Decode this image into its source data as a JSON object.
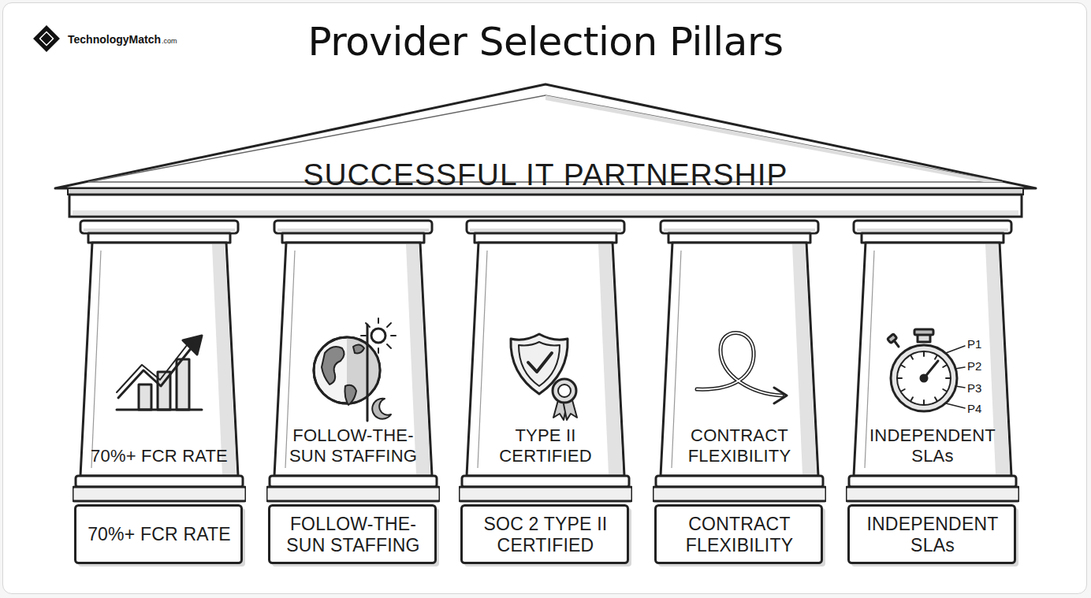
{
  "diagram": {
    "title": "Provider Selection Pillars",
    "nodes": [
      {
        "text": [
          "SUCCESSFUL IT PARTNERSHIP"
        ]
      },
      {
        "text": [
          "70%+ FCR RATE"
        ]
      },
      {
        "text": [
          "70%+ FCR RATE"
        ]
      },
      {
        "text": [
          "FOLLOW-THE-SUN STAFFING"
        ]
      },
      {
        "text": [
          "FOLLOW-THE-SUN STAFFING"
        ]
      },
      {
        "text": [
          "TYPE II CERTIFIED"
        ]
      },
      {
        "text": [
          "SOC 2 TYPE II CERTIFIED"
        ]
      },
      {
        "text": [
          "CONTRACT FLEXIBILITY"
        ]
      },
      {
        "text": [
          "CONTRACT FLEXIBILITY"
        ]
      },
      {
        "text": [
          "INDEPENDENT SLAs"
        ]
      },
      {
        "text": [
          "INDEPENDENT SLAs"
        ]
      }
    ],
    "labels": [
      "TechnologyMatch",
      ".com",
      "P1",
      "P2",
      "P3",
      "P4"
    ]
  }
}
